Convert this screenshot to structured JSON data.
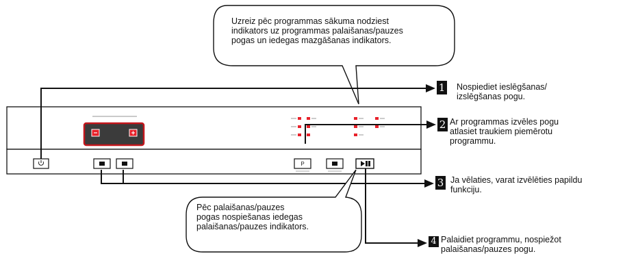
{
  "callouts": {
    "top": "Uzreiz pēc programmas sākuma nodziest\nindikators uz programmas palaišanas/pauzes\npogas un iedegas mazgāšanas indikators.",
    "bottom": "Pēc palaišanas/pauzes\npogas nospiešanas iedegas\npalaišanas/pauzes indikators."
  },
  "steps": [
    {
      "number": "1",
      "text": "Nospiediet ieslēgšanas/\nizslēgšanas pogu."
    },
    {
      "number": "2",
      "text": "Ar programmas izvēles pogu\natlasiet traukiem piemērotu\nprogrammu."
    },
    {
      "number": "3",
      "text": "Ja vēlaties, varat izvēlēties papildu\nfunkciju."
    },
    {
      "number": "4",
      "text": "Palaidiet programmu, nospiežot\npalaišanas/pauzes pogu."
    }
  ],
  "panel": {
    "program_button_label": "P",
    "colors": {
      "indicator": "#e8212a",
      "highlight": "#c4161c",
      "line": "#111111"
    }
  },
  "icons": [
    "power-icon",
    "minus-icon",
    "plus-icon",
    "play-pause-icon",
    "indicator-led"
  ]
}
